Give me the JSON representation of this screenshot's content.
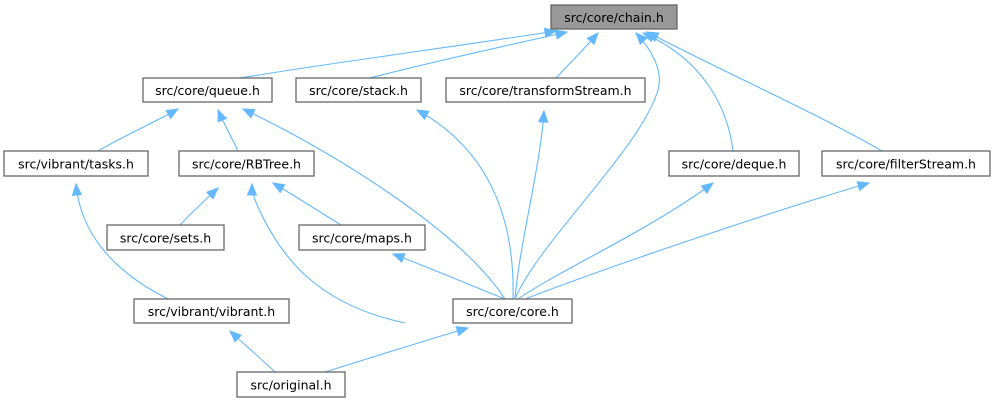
{
  "diagram": {
    "type": "include-dependency-graph",
    "root": "chain",
    "colors": {
      "edge": "#63b8ff",
      "root_fill": "#999999",
      "node_fill": "#ffffff",
      "node_border": "#666666"
    },
    "nodes": [
      {
        "id": "chain",
        "label": "src/core/chain.h",
        "root": true
      },
      {
        "id": "queue",
        "label": "src/core/queue.h"
      },
      {
        "id": "stack",
        "label": "src/core/stack.h"
      },
      {
        "id": "transformStream",
        "label": "src/core/transformStream.h"
      },
      {
        "id": "tasks",
        "label": "src/vibrant/tasks.h"
      },
      {
        "id": "RBTree",
        "label": "src/core/RBTree.h"
      },
      {
        "id": "deque",
        "label": "src/core/deque.h"
      },
      {
        "id": "filterStream",
        "label": "src/core/filterStream.h"
      },
      {
        "id": "sets",
        "label": "src/core/sets.h"
      },
      {
        "id": "maps",
        "label": "src/core/maps.h"
      },
      {
        "id": "vibrant",
        "label": "src/vibrant/vibrant.h"
      },
      {
        "id": "core",
        "label": "src/core/core.h"
      },
      {
        "id": "original",
        "label": "src/original.h"
      }
    ],
    "edges": [
      {
        "from": "queue",
        "to": "chain"
      },
      {
        "from": "stack",
        "to": "chain"
      },
      {
        "from": "transformStream",
        "to": "chain"
      },
      {
        "from": "core",
        "to": "chain"
      },
      {
        "from": "deque",
        "to": "chain"
      },
      {
        "from": "filterStream",
        "to": "chain"
      },
      {
        "from": "tasks",
        "to": "queue"
      },
      {
        "from": "RBTree",
        "to": "queue"
      },
      {
        "from": "core",
        "to": "queue"
      },
      {
        "from": "vibrant",
        "to": "tasks"
      },
      {
        "from": "sets",
        "to": "RBTree"
      },
      {
        "from": "maps",
        "to": "RBTree"
      },
      {
        "from": "core",
        "to": "RBTree"
      },
      {
        "from": "core",
        "to": "stack"
      },
      {
        "from": "core",
        "to": "transformStream"
      },
      {
        "from": "core",
        "to": "deque"
      },
      {
        "from": "core",
        "to": "filterStream"
      },
      {
        "from": "core",
        "to": "maps"
      },
      {
        "from": "original",
        "to": "vibrant"
      },
      {
        "from": "original",
        "to": "core"
      }
    ]
  }
}
